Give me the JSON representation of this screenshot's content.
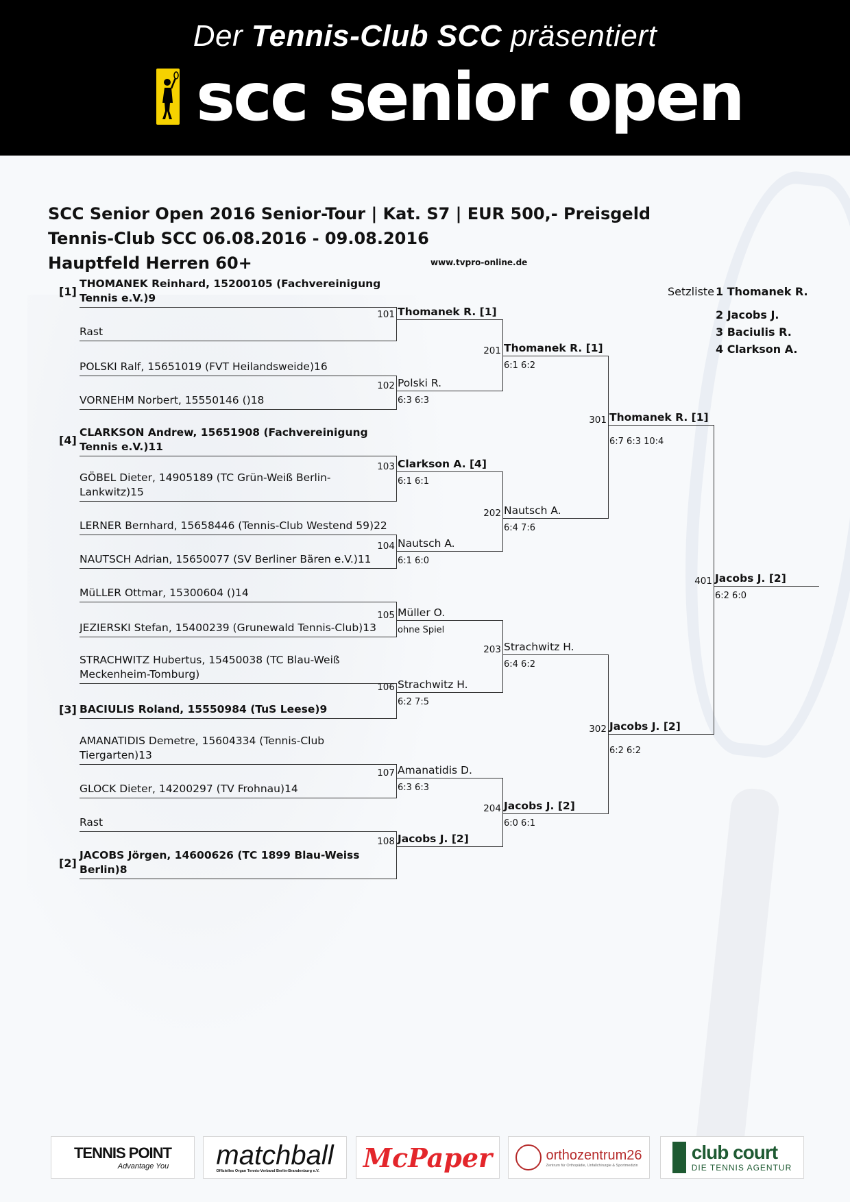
{
  "header": {
    "tagline_pre": "Der",
    "tagline_bold": "Tennis-Club SCC",
    "tagline_post": "präsentiert",
    "logo_text": "scc senior open",
    "logo_icon": "tennis-player-icon",
    "accent_color": "#f6d200",
    "bg_color": "#000000"
  },
  "event": {
    "line1": "SCC Senior Open 2016 Senior-Tour | Kat. S7 | EUR 500,- Preisgeld",
    "line2": "Tennis-Club SCC 06.08.2016 - 09.08.2016",
    "line3": "Hauptfeld Herren 60+",
    "website": "www.tvpro-online.de"
  },
  "setzliste": {
    "label": "Setzliste",
    "entries": [
      "1 Thomanek R.",
      "2 Jacobs J.",
      "3 Baciulis R.",
      "4 Clarkson A."
    ]
  },
  "round1": [
    {
      "seed": "[1]",
      "name": "THOMANEK Reinhard, 15200105 (Fachvereinigung Tennis e.V.)9"
    },
    {
      "seed": "",
      "name": "Rast"
    },
    {
      "seed": "",
      "name": "POLSKI Ralf, 15651019 (FVT Heilandsweide)16"
    },
    {
      "seed": "",
      "name": "VORNEHM Norbert, 15550146 ()18"
    },
    {
      "seed": "[4]",
      "name": "CLARKSON Andrew, 15651908 (Fachvereinigung Tennis e.V.)11"
    },
    {
      "seed": "",
      "name": "GÖBEL Dieter, 14905189 (TC Grün-Weiß Berlin-Lankwitz)15"
    },
    {
      "seed": "",
      "name": "LERNER Bernhard, 15658446 (Tennis-Club Westend 59)22"
    },
    {
      "seed": "",
      "name": "NAUTSCH Adrian, 15650077 (SV Berliner Bären e.V.)11"
    },
    {
      "seed": "",
      "name": "MüLLER Ottmar, 15300604 ()14"
    },
    {
      "seed": "",
      "name": "JEZIERSKI Stefan, 15400239 (Grunewald Tennis-Club)13"
    },
    {
      "seed": "",
      "name": "STRACHWITZ Hubertus, 15450038 (TC Blau-Weiß Meckenheim-Tomburg)"
    },
    {
      "seed": "[3]",
      "name": "BACIULIS Roland, 15550984 (TuS Leese)9"
    },
    {
      "seed": "",
      "name": "AMANATIDIS Demetre, 15604334 (Tennis-Club Tiergarten)13"
    },
    {
      "seed": "",
      "name": "GLOCK Dieter, 14200297 (TV Frohnau)14"
    },
    {
      "seed": "",
      "name": "Rast"
    },
    {
      "seed": "[2]",
      "name": "JACOBS Jörgen, 14600626 (TC 1899 Blau-Weiss Berlin)8"
    }
  ],
  "round2": [
    {
      "num": "101",
      "winner": "Thomanek R. [1]",
      "score": ""
    },
    {
      "num": "102",
      "winner": "Polski R.",
      "score": "6:3 6:3"
    },
    {
      "num": "103",
      "winner": "Clarkson A. [4]",
      "score": "6:1 6:1"
    },
    {
      "num": "104",
      "winner": "Nautsch A.",
      "score": "6:1 6:0"
    },
    {
      "num": "105",
      "winner": "Müller O.",
      "score": "ohne Spiel"
    },
    {
      "num": "106",
      "winner": "Strachwitz H.",
      "score": "6:2 7:5"
    },
    {
      "num": "107",
      "winner": "Amanatidis D.",
      "score": "6:3 6:3"
    },
    {
      "num": "108",
      "winner": "Jacobs J. [2]",
      "score": ""
    }
  ],
  "round3": [
    {
      "num": "201",
      "winner": "Thomanek R. [1]",
      "score": "6:1 6:2"
    },
    {
      "num": "202",
      "winner": "Nautsch A.",
      "score": "6:4 7:6"
    },
    {
      "num": "203",
      "winner": "Strachwitz H.",
      "score": "6:4 6:2"
    },
    {
      "num": "204",
      "winner": "Jacobs J. [2]",
      "score": "6:0 6:1"
    }
  ],
  "round4": [
    {
      "num": "301",
      "winner": "Thomanek R. [1]",
      "score": "6:7 6:3 10:4"
    },
    {
      "num": "302",
      "winner": "Jacobs J. [2]",
      "score": "6:2 6:2"
    }
  ],
  "final": {
    "num": "401",
    "winner": "Jacobs J. [2]",
    "score": "6:2 6:0"
  },
  "sponsors": [
    {
      "name": "TENNIS POINT",
      "sub": "Advantage You"
    },
    {
      "name": "matchball",
      "sub": "Offizielles Organ Tennis-Verband Berlin-Brandenburg e.V."
    },
    {
      "name": "McPaper",
      "sub": ""
    },
    {
      "name": "orthozentrum26",
      "sub": "Zentrum für Orthopädie, Unfallchirurgie & Sportmedizin"
    },
    {
      "name": "club court",
      "sub": "DIE TENNIS AGENTUR"
    }
  ]
}
